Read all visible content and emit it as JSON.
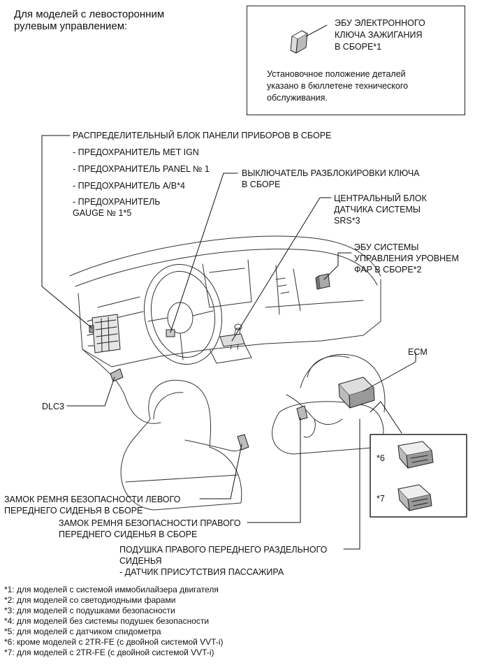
{
  "header": {
    "line1": "Для моделей с левосторонним",
    "line2": "рулевым управлением:"
  },
  "legend_box": {
    "part_line1": "ЭБУ ЭЛЕКТРОННОГО",
    "part_line2": "КЛЮЧА ЗАЖИГАНИЯ",
    "part_line3": "В СБОРЕ*1",
    "note_line1": "Установочное положение деталей",
    "note_line2": "указано в бюллетене технического",
    "note_line3": "обслуживания."
  },
  "labels": {
    "junction_block": "РАСПРЕДЕЛИТЕЛЬНЫЙ БЛОК ПАНЕЛИ ПРИБОРОВ В СБОРЕ",
    "fuse_met_ign": "- ПРЕДОХРАНИТЕЛЬ MET IGN",
    "fuse_panel": "- ПРЕДОХРАНИТЕЛЬ PANEL № 1",
    "fuse_ab": "- ПРЕДОХРАНИТЕЛЬ A/B*4",
    "fuse_gauge_1": "- ПРЕДОХРАНИТЕЛЬ",
    "fuse_gauge_2": "GAUGE № 1*5",
    "unlock_switch_1": "ВЫКЛЮЧАТЕЛЬ РАЗБЛОКИРОВКИ КЛЮЧА",
    "unlock_switch_2": "В СБОРЕ",
    "srs_1": "ЦЕНТРАЛЬНЫЙ БЛОК",
    "srs_2": "ДАТЧИКА СИСТЕМЫ",
    "srs_3": "SRS*3",
    "headlight_ecu_1": "ЭБУ СИСТЕМЫ",
    "headlight_ecu_2": "УПРАВЛЕНИЯ УРОВНЕМ",
    "headlight_ecu_3": "ФАР В СБОРЕ*2",
    "ecm": "ECM",
    "dlc3": "DLC3",
    "ecm_variant_6": "*6",
    "ecm_variant_7": "*7",
    "left_buckle_1": "ЗАМОК РЕМНЯ БЕЗОПАСНОСТИ ЛЕВОГО",
    "left_buckle_2": "ПЕРЕДНЕГО СИДЕНЬЯ В СБОРЕ",
    "right_buckle_1": "ЗАМОК РЕМНЯ БЕЗОПАСНОСТИ ПРАВОГО",
    "right_buckle_2": "ПЕРЕДНЕГО СИДЕНЬЯ В СБОРЕ",
    "seat_cushion_1": "ПОДУШКА ПРАВОГО ПЕРЕДНЕГО РАЗДЕЛЬНОГО",
    "seat_cushion_2": "СИДЕНЬЯ",
    "seat_cushion_3": "- ДАТЧИК ПРИСУТСТВИЯ ПАССАЖИРА"
  },
  "footnotes": [
    "*1: для моделей с системой иммобилайзера двигателя",
    "*2: для моделей со светодиодными фарами",
    "*3: для моделей с подушками безопасности",
    "*4: для моделей без системы подушек безопасности",
    "*5: для моделей с датчиком спидометра",
    "*6: кроме моделей с 2TR-FE (с двойной системой VVT-i)",
    "*7: для моделей с 2TR-FE (с двойной системой VVT-i)"
  ]
}
